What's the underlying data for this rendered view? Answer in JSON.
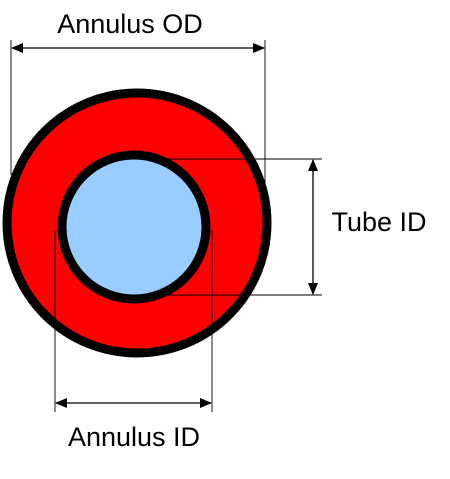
{
  "labels": {
    "annulus_od": "Annulus OD",
    "tube_id": "Tube ID",
    "annulus_id": "Annulus ID"
  },
  "colors": {
    "annulus_fill": "#ff0000",
    "tube_fill": "#99ccff",
    "wall": "#000000",
    "background": "#ffffff"
  }
}
